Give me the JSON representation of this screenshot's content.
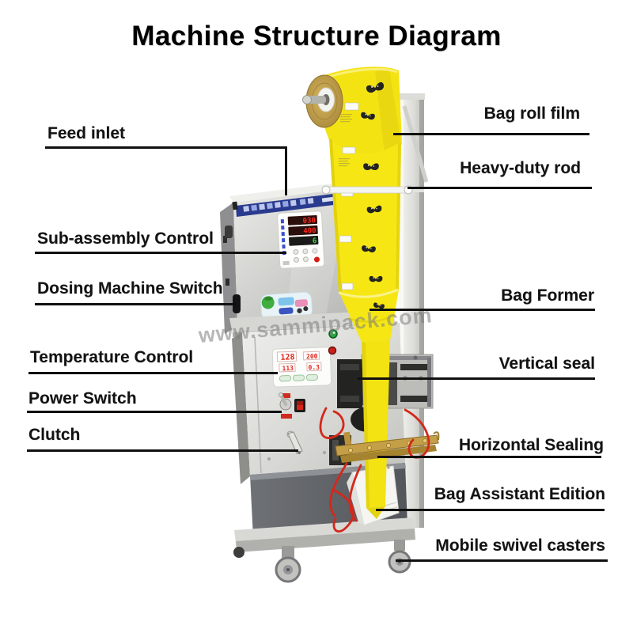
{
  "title": "Machine Structure Diagram",
  "watermark": "www.sammipack.com",
  "labels": {
    "left": [
      "Feed inlet",
      "Sub-assembly Control",
      "Dosing Machine Switch",
      "Temperature Control",
      "Power Switch",
      "Clutch"
    ],
    "right": [
      "Bag roll film",
      "Heavy-duty rod",
      "Bag Former",
      "Vertical seal",
      "Horizontal Sealing",
      "Bag Assistant Edition",
      "Mobile swivel casters"
    ]
  },
  "machine": {
    "sub_assembly_display": [
      "030",
      "400",
      "6"
    ],
    "temperature_display": [
      "128",
      "200",
      "113",
      "0.3"
    ],
    "colors": {
      "film_yellow": "#f6e714",
      "banner_blue": "#2a3a8e",
      "brass": "#c59f48",
      "wire_red": "#d3281c"
    }
  }
}
